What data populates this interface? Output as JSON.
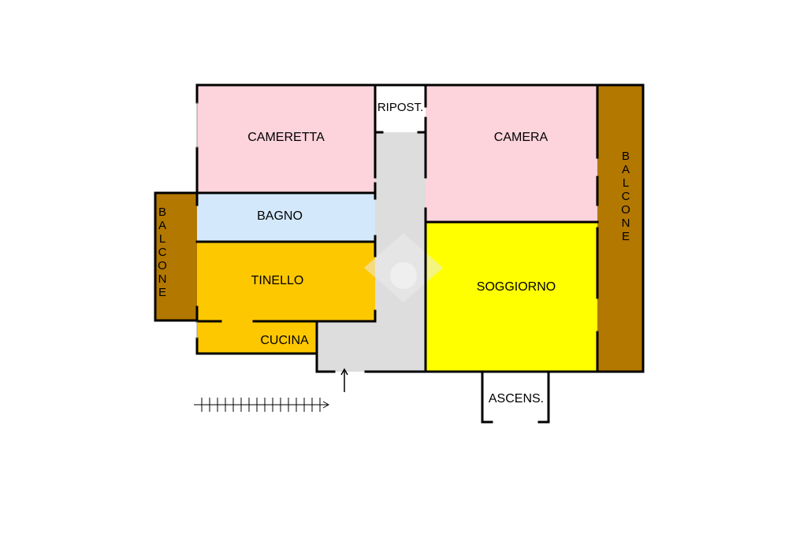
{
  "rooms": {
    "cameretta": "CAMERETTA",
    "ripost": "RIPOST.",
    "camera": "CAMERA",
    "bagno": "BAGNO",
    "tinello": "TINELLO",
    "cucina": "CUCINA",
    "soggiorno": "SOGGIORNO",
    "ascens": "ASCENS."
  },
  "balconies": {
    "left": [
      "B",
      "A",
      "L",
      "C",
      "O",
      "N",
      "E"
    ],
    "right": [
      "B",
      "A",
      "L",
      "C",
      "O",
      "N",
      "E"
    ]
  },
  "colors": {
    "bedroom_pink": "#fdd3dc",
    "bath_blue": "#d3e8fb",
    "kitchen_orange": "#fec800",
    "living_yellow": "#ffff00",
    "hall_gray": "#dddddd",
    "balcony_brown": "#b37800",
    "wall": "#000000"
  },
  "icons": {
    "entrance": "arrow-up-icon",
    "stairs": "stairs-icon",
    "watermark": "house-logo-icon"
  }
}
